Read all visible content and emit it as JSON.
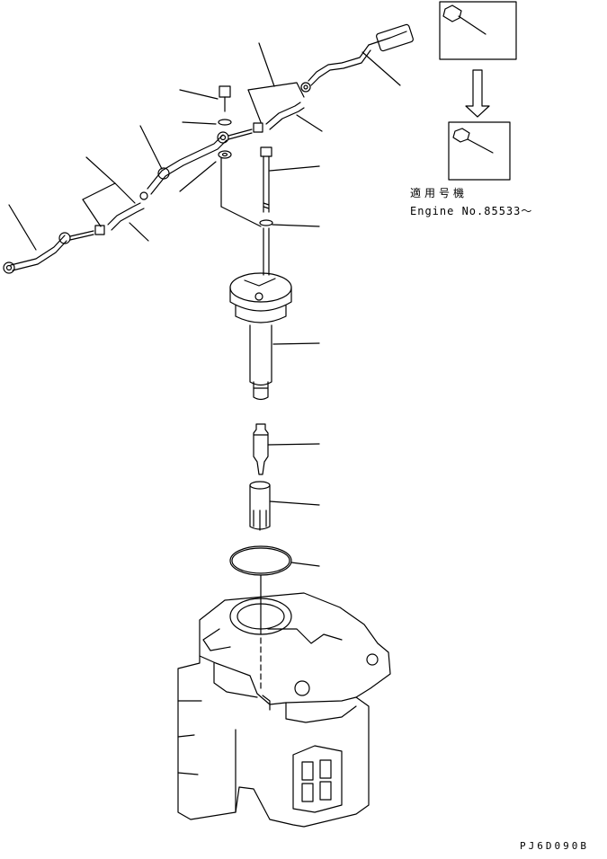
{
  "applicability": {
    "label_jp": "適用号機",
    "label_en": "Engine No.85533～"
  },
  "figure_code": "PJ6D090B",
  "colors": {
    "ink": "#000000",
    "paper": "#ffffff"
  }
}
